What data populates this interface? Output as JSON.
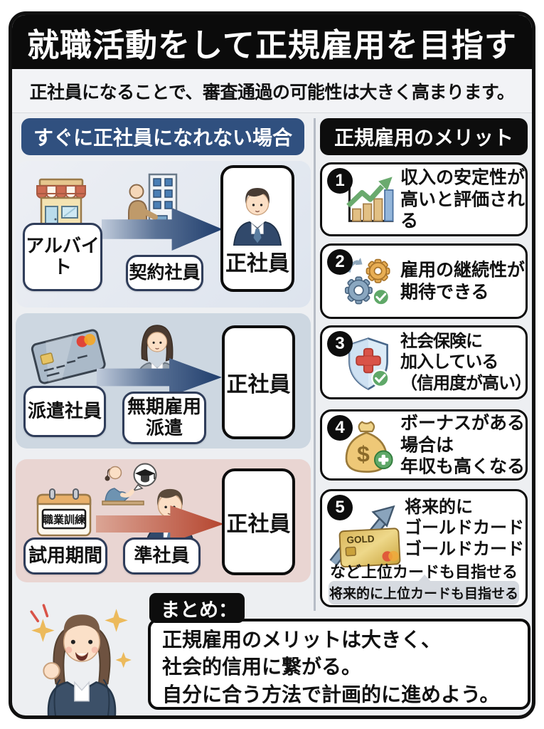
{
  "page": {
    "title": "就職活動をして正規雇用を目指す",
    "subtitle": "正社員になることで、審査通過の可能性は大きく高まります。"
  },
  "left_column": {
    "header": "すぐに正社員になれない場合",
    "paths": [
      {
        "start_label": "アルバイト",
        "mid_label": "契約社員",
        "goal_label": "正社員",
        "icons": [
          "storefront-icon",
          "person-building-icon",
          "businessman-avatar"
        ],
        "arrow_color": "#203e6d"
      },
      {
        "start_label": "派遣社員",
        "mid_label": "無期雇用派遣",
        "goal_label": "正社員",
        "icons": [
          "credit-card-icon",
          "businesswoman-avatar"
        ],
        "arrow_color": "#203e6d"
      },
      {
        "badge_label": "職業訓練",
        "start_label": "試用期間",
        "mid_label": "準社員",
        "goal_label": "正社員",
        "icons": [
          "calendar-icon",
          "teacher-lesson-icon",
          "businessman-avatar"
        ],
        "arrow_color": "#b5452f"
      }
    ]
  },
  "right_column": {
    "header": "正規雇用のメリット",
    "items": [
      {
        "number": "1",
        "icon": "bar-chart-growth-icon",
        "lines": [
          "収入の安定性が",
          "高いと評価され",
          "る"
        ]
      },
      {
        "number": "2",
        "icon": "gears-check-icon",
        "lines": [
          "雇用の継続性が",
          "期待できる"
        ]
      },
      {
        "number": "3",
        "icon": "shield-medical-check-icon",
        "lines": [
          "社会保険に",
          "加入している",
          "（信用度が高い）"
        ]
      },
      {
        "number": "4",
        "icon": "money-bag-plus-icon",
        "lines": [
          "ボーナスがある",
          "場合は",
          "年収も高くなる"
        ]
      },
      {
        "number": "5",
        "icon": "gold-card-growth-icon",
        "card_label": "GOLD",
        "lines": [
          "将来的に",
          "ゴールドカード",
          "ゴールドカード"
        ],
        "wide_line": "など上位カードも目指せる",
        "caption": "将来的に上位カードも目指せる"
      }
    ]
  },
  "summary": {
    "label": "まとめ：",
    "lines": [
      "正規雇用のメリットは大きく、",
      "社会的信用に繋がる。",
      "自分に合う方法で計画的に進めよう。"
    ],
    "icon": "cheering-businesswoman-illustration"
  },
  "colors": {
    "title_bar": "#0b0b0b",
    "left_header": "#30507f",
    "right_header": "#0d0d0d",
    "panel_1": "#e4e9f1",
    "panel_2": "#cdd7e1",
    "panel_3": "#e9d5d2",
    "arrow_blue": "#203e6d",
    "arrow_red": "#b5452f",
    "check_green": "#5fa868",
    "cross_red": "#d95348",
    "gold": "#d9b459",
    "caption_gray": "#d6dae0",
    "page_bg": "#edeff2"
  }
}
